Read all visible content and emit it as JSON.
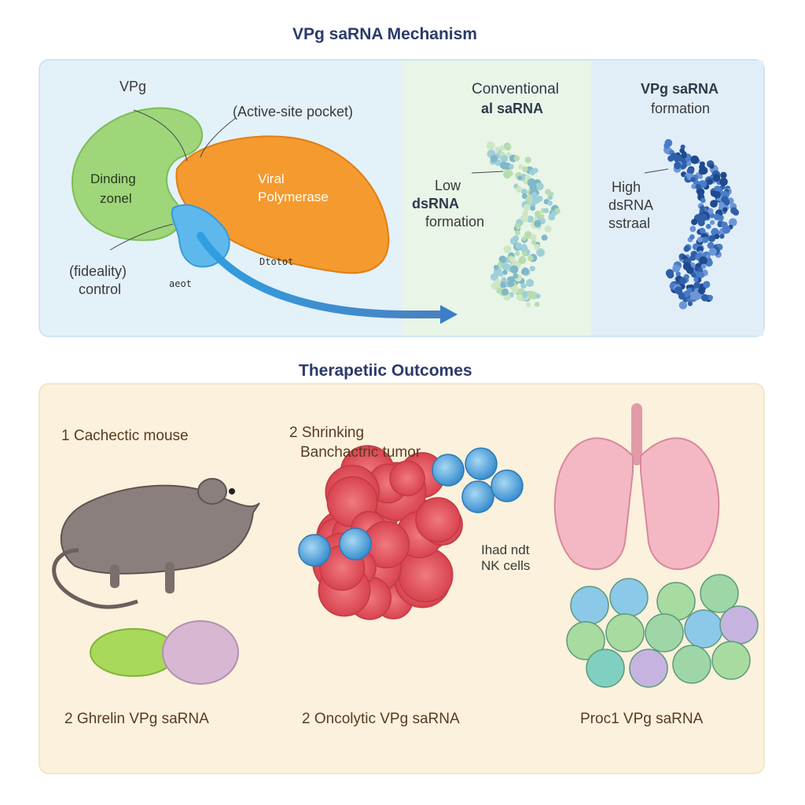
{
  "mechanism": {
    "title": "VPg saRNA Mechanism",
    "labels": {
      "vpg": "VPg",
      "active_site": "(Active-site pocket)",
      "binding_zone_line1": "Dinding",
      "binding_zone_line2": "zonel",
      "viral_polymerase_line1": "Viral",
      "viral_polymerase_line2": "Polymerase",
      "fidelity_line1": "(fideality)",
      "fidelity_line2": "control",
      "small_a": "aeot",
      "small_b": "Dtotot"
    },
    "conventional": {
      "title_line1": "Conventional",
      "title_line2": "al saRNA",
      "desc_line1": "Low",
      "desc_line2": "dsRNA",
      "desc_line3": "formation"
    },
    "vpg_formation": {
      "title_line1": "VPg saRNA",
      "title_line2": "formation",
      "desc_line1": "High",
      "desc_line2": "dsRNA",
      "desc_line3": "sstraal"
    }
  },
  "outcomes": {
    "title": "Therapetiic Outcomes",
    "item1_label": "1 Cachectic mouse",
    "item2_label_line1": "2 Shrinking",
    "item2_label_line2": "Banchactric tumor",
    "nk_line1": "Ihad ndt",
    "nk_line2": "NK cells",
    "caption1": "2 Ghrelin VPg saRNA",
    "caption2": "2 Oncolytic VPg saRNA",
    "caption3": "Proc1 VPg saRNA"
  }
}
